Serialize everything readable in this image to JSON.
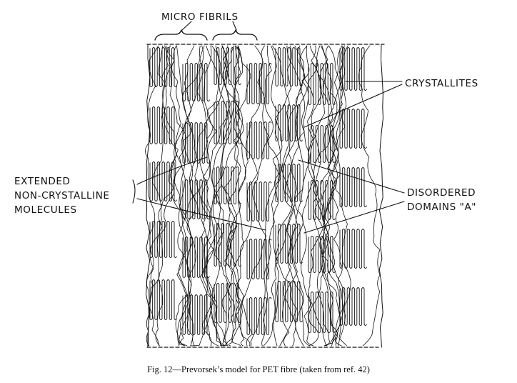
{
  "diagram": {
    "labels": {
      "micro_fibrils": "MICRO FIBRILS",
      "crystallites": "CRYSTALLITES",
      "extended_line1": "EXTENDED",
      "extended_line2": "NON-CRYSTALLINE",
      "extended_line3": "MOLECULES",
      "disordered_line1": "DISORDERED",
      "disordered_line2": "DOMAINS \"A\""
    },
    "caption": "Fig. 12—Prevorsek’s model for PET fibre (taken from ref. 42)"
  }
}
